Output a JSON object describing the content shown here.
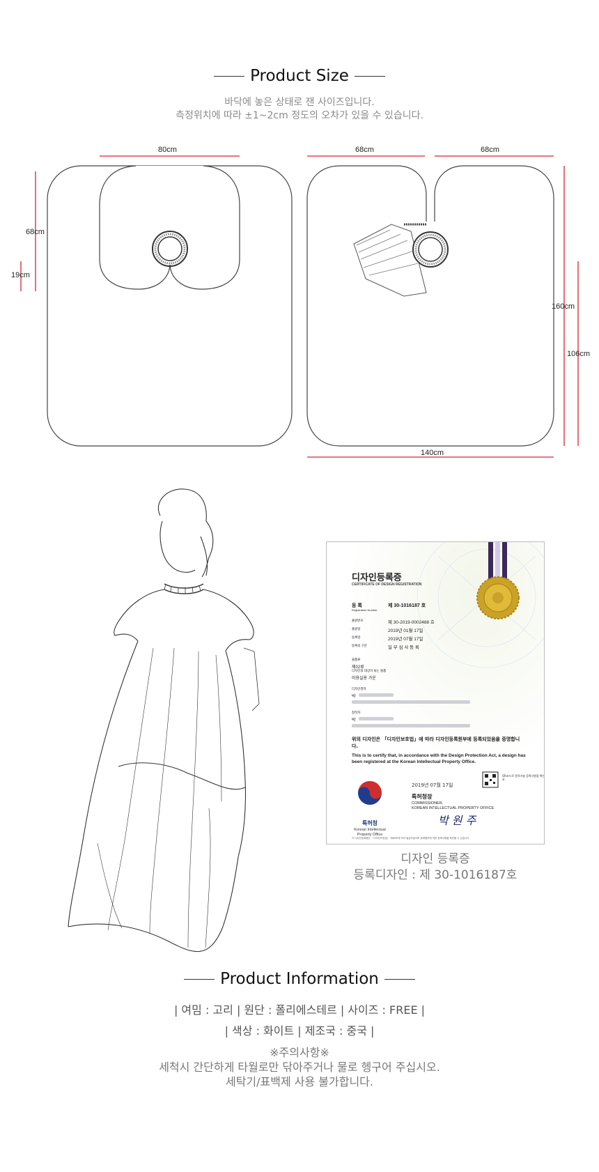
{
  "size_section": {
    "title": "Product Size",
    "note_line1": "바닥에 놓은 상태로 잰 사이즈입니다.",
    "note_line2": "측정위치에 따라 ±1~2cm 정도의 오차가 있을 수 있습니다.",
    "dimensions": {
      "front_width": "80cm",
      "front_height": "68cm",
      "front_neck_drop": "19cm",
      "back_left_width": "68cm",
      "back_right_width": "68cm",
      "back_total_height": "160cm",
      "back_lower_height": "106cm",
      "back_total_width": "140cm"
    },
    "line_color": "#d9232d"
  },
  "certificate": {
    "title_ko": "디자인등록증",
    "title_en": "CERTIFICATE OF DESIGN REGISTRATION",
    "reg_label": "등 록",
    "reg_label_en": "Registration Number",
    "reg_no": "제 30-1016187 호",
    "app_label": "출원번호",
    "app_no": "제 30-2019-0002488 호",
    "filing_label": "출원일",
    "filing_date": "2019년  01월  17일",
    "reg_date_label": "등록일",
    "reg_date": "2019년  07월  17일",
    "type_label": "등록의 구분",
    "type_value": "일 부 심 사 등 록",
    "class_label": "물품류",
    "class_value": "제02류",
    "article_label": "디자인의 대상이 되는 물품",
    "article_value": "미용실용 가운",
    "owner_label": "디자인권자",
    "owner_prefix": "박",
    "creator_label": "창작자",
    "creator_prefix": "박",
    "body_ko": "위의 디자인은 「디자인보호법」에 따라 디자인등록원부에 등록되었음을 증명합니다.",
    "body_en": "This is to certify that, in accordance with the Design Protection Act, a design has been registered at the Korean Intellectual Property Office.",
    "issue_date": "2019년 07월 17일",
    "commissioner_ko": "특허청장",
    "commissioner_en1": "COMMISSIONER,",
    "commissioner_en2": "KOREAN INTELLECTUAL PROPERTY OFFICE",
    "signature": "박 원 주",
    "office_ko": "특허청",
    "office_en1": "Korean Intellectual",
    "office_en2": "Property Office",
    "qr_note": "QR코드로 원격기술 등록사항을 확인하세요",
    "footer": "이 디자인등록증은 「디자인보호법」 제88조에 따라 발급되었으며 등록원부에 따른 등록사항을 확인할 수 있습니다."
  },
  "certificate_caption": {
    "line1": "디자인 등록증",
    "line2": "등록디자인 : 제 30-1016187호"
  },
  "info_section": {
    "title": "Product Information",
    "line1": "|  여밈 : 고리  |  원단 : 폴리에스테르  |  사이즈 : FREE  |",
    "line2": "|  색상 : 화이트  |  제조국 : 중국  |",
    "caution_title": "※주의사항※",
    "caution_line1": "세척시 간단하게 타월로만 닦아주거나 물로 헹구어 주십시오.",
    "caution_line2": "세탁기/표백제 사용 불가합니다."
  }
}
